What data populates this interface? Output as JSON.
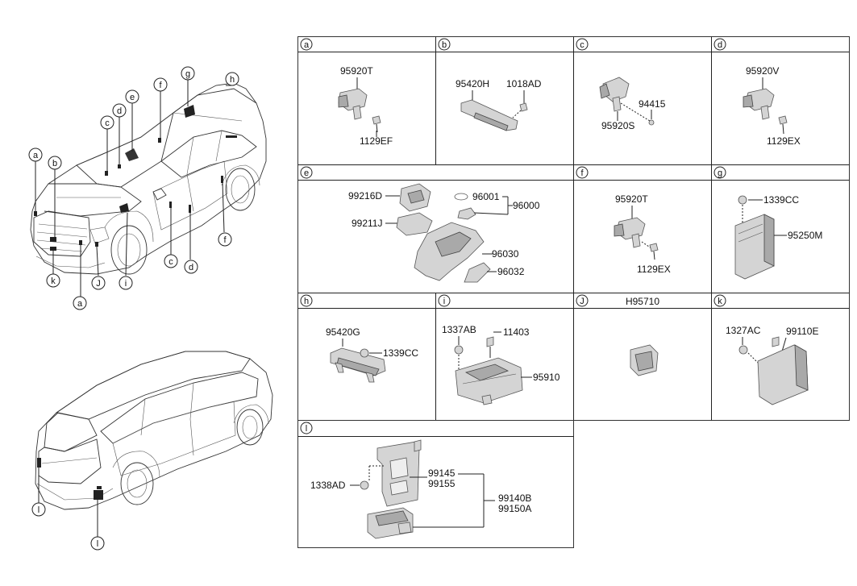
{
  "callouts": {
    "a": "a",
    "b": "b",
    "c": "c",
    "d": "d",
    "e": "e",
    "f": "f",
    "g": "g",
    "h": "h",
    "i": "i",
    "j": "J",
    "k": "k",
    "l": "l"
  },
  "panels": {
    "a": {
      "label": "a",
      "parts": [
        "95920T",
        "1129EF"
      ]
    },
    "b": {
      "label": "b",
      "parts": [
        "95420H",
        "1018AD"
      ]
    },
    "c": {
      "label": "c",
      "parts": [
        "94415",
        "95920S"
      ]
    },
    "d": {
      "label": "d",
      "parts": [
        "95920V",
        "1129EX"
      ]
    },
    "e": {
      "label": "e",
      "parts": [
        "99216D",
        "96001",
        "96000",
        "99211J",
        "96030",
        "96032"
      ]
    },
    "f": {
      "label": "f",
      "parts": [
        "95920T",
        "1129EX"
      ]
    },
    "g": {
      "label": "g",
      "parts": [
        "1339CC",
        "95250M"
      ]
    },
    "h": {
      "label": "h",
      "parts": [
        "95420G",
        "1339CC"
      ]
    },
    "i": {
      "label": "i",
      "parts": [
        "1337AB",
        "11403",
        "95910"
      ]
    },
    "j": {
      "label": "J",
      "header": "H95710",
      "parts": []
    },
    "k": {
      "label": "k",
      "parts": [
        "1327AC",
        "99110E"
      ]
    },
    "l": {
      "label": "l",
      "parts": [
        "99145",
        "99155",
        "1338AD",
        "99140B",
        "99150A"
      ]
    }
  }
}
